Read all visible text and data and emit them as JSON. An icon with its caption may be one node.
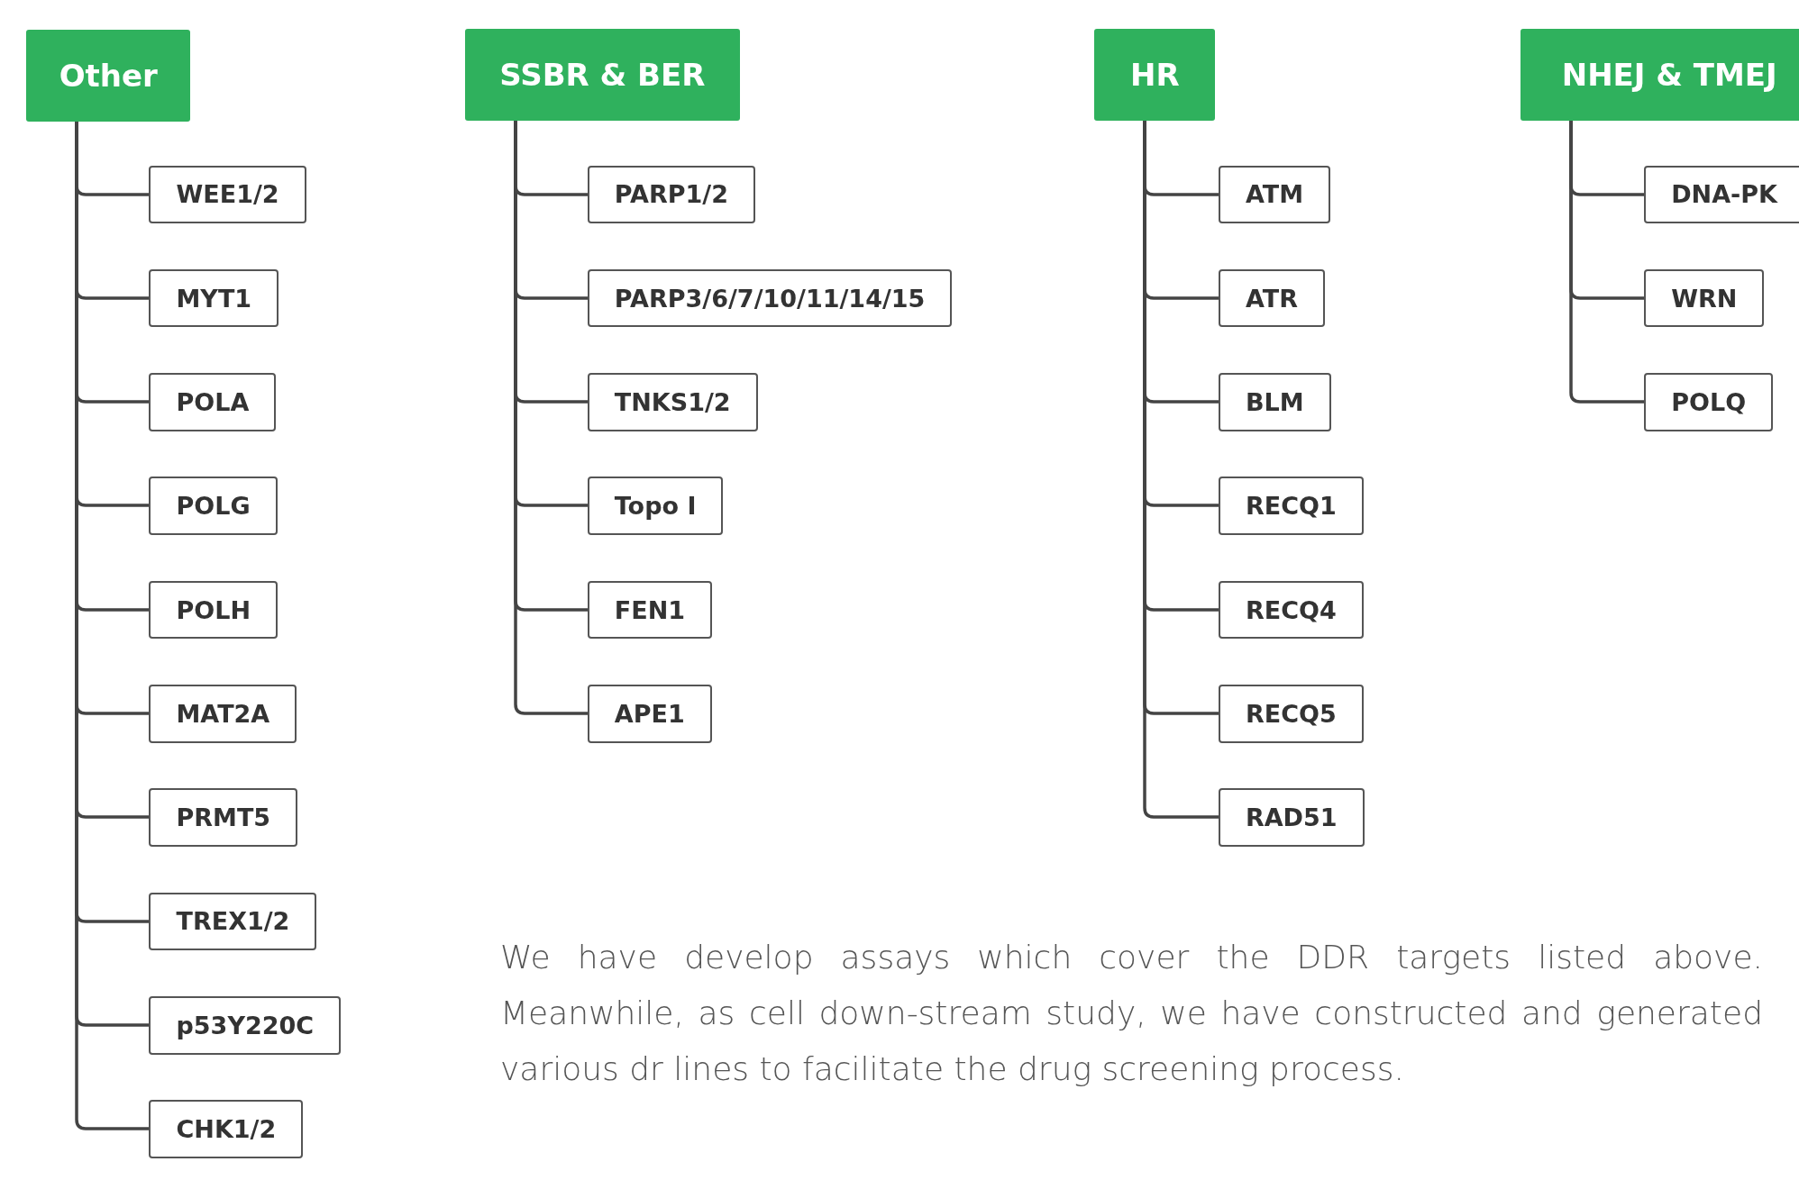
{
  "diagram": {
    "nodes": [
      {
        "text": [
          "Other"
        ]
      },
      {
        "text": [
          "WEE1/2"
        ]
      },
      {
        "text": [
          "MYT1"
        ]
      },
      {
        "text": [
          "POLA"
        ]
      },
      {
        "text": [
          "POLG"
        ]
      },
      {
        "text": [
          "POLH"
        ]
      },
      {
        "text": [
          "MAT2A"
        ]
      },
      {
        "text": [
          "PRMT5"
        ]
      },
      {
        "text": [
          "TREX1/2"
        ]
      },
      {
        "text": [
          "p53Y220C"
        ]
      },
      {
        "text": [
          "CHK1/2"
        ]
      },
      {
        "text": [
          "SSBR & BER"
        ]
      },
      {
        "text": [
          "PARP1/2"
        ]
      },
      {
        "text": [
          "PARP3/6/7/10/11/14/15"
        ]
      },
      {
        "text": [
          "TNKS1/2"
        ]
      },
      {
        "text": [
          "Topo I"
        ]
      },
      {
        "text": [
          "FEN1"
        ]
      },
      {
        "text": [
          "APE1"
        ]
      },
      {
        "text": [
          "HR"
        ]
      },
      {
        "text": [
          "ATM"
        ]
      },
      {
        "text": [
          "ATR"
        ]
      },
      {
        "text": [
          "BLM"
        ]
      },
      {
        "text": [
          "RECQ1"
        ]
      },
      {
        "text": [
          "RECQ4"
        ]
      },
      {
        "text": [
          "RECQ5"
        ]
      },
      {
        "text": [
          "RAD51"
        ]
      },
      {
        "text": [
          "NHEJ & TMEJ"
        ]
      },
      {
        "text": [
          "DNA-PK"
        ]
      },
      {
        "text": [
          "WRN"
        ]
      },
      {
        "text": [
          "POLQ"
        ]
      }
    ],
    "edges": [
      {
        "from": 0,
        "to": 1,
        "arrow": "none"
      },
      {
        "from": 0,
        "to": 2,
        "arrow": "none"
      },
      {
        "from": 0,
        "to": 3,
        "arrow": "none"
      },
      {
        "from": 0,
        "to": 4,
        "arrow": "none"
      },
      {
        "from": 0,
        "to": 5,
        "arrow": "none"
      },
      {
        "from": 0,
        "to": 6,
        "arrow": "none"
      },
      {
        "from": 0,
        "to": 7,
        "arrow": "none"
      },
      {
        "from": 0,
        "to": 8,
        "arrow": "none"
      },
      {
        "from": 0,
        "to": 9,
        "arrow": "none"
      },
      {
        "from": 0,
        "to": 10,
        "arrow": "none"
      },
      {
        "from": 11,
        "to": 12,
        "arrow": "none"
      },
      {
        "from": 11,
        "to": 13,
        "arrow": "none"
      },
      {
        "from": 11,
        "to": 14,
        "arrow": "none"
      },
      {
        "from": 11,
        "to": 15,
        "arrow": "none"
      },
      {
        "from": 11,
        "to": 16,
        "arrow": "none"
      },
      {
        "from": 11,
        "to": 17,
        "arrow": "none"
      },
      {
        "from": 18,
        "to": 19,
        "arrow": "none"
      },
      {
        "from": 18,
        "to": 20,
        "arrow": "none"
      },
      {
        "from": 18,
        "to": 21,
        "arrow": "none"
      },
      {
        "from": 18,
        "to": 22,
        "arrow": "none"
      },
      {
        "from": 18,
        "to": 23,
        "arrow": "none"
      },
      {
        "from": 18,
        "to": 24,
        "arrow": "none"
      },
      {
        "from": 18,
        "to": 25,
        "arrow": "none"
      },
      {
        "from": 26,
        "to": 27,
        "arrow": "none"
      },
      {
        "from": 26,
        "to": 28,
        "arrow": "none"
      },
      {
        "from": 26,
        "to": 29,
        "arrow": "none"
      }
    ],
    "labels": [
      "We have develop assays which cover the DDR targets listed above. Meanwhile, as cell down-stream study, we have constructed and generated various dr lines to facilitate the drug screening process."
    ]
  }
}
